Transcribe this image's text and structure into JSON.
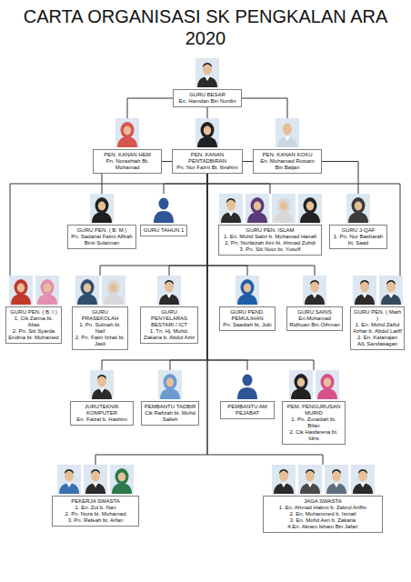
{
  "diagram": {
    "title": "CARTA ORGANISASI SK PENGKALAN ARA 2020",
    "nodes": [
      {
        "text": [
          "GURU BESAR",
          "En. Hamdan Bin Nordin"
        ]
      },
      {
        "text": [
          "PEN. KANAN HEM",
          "Pn. Norashiah Bt. Mohamad"
        ]
      },
      {
        "text": [
          "PEN. KANAN PENTADBIRAN",
          "Pn. Nor Fazni Bt. Ibrahim"
        ]
      },
      {
        "text": [
          "PEN. KANAN KOKU",
          "En. Mohamad Rostam Bin Baljan"
        ]
      },
      {
        "text": [
          "GURU PEN. ( B. M )",
          "Pn. Sadariai Fatini Alfirah Binti Sulaiman"
        ]
      },
      {
        "text": [
          "GURU TAHUN 1"
        ]
      },
      {
        "text": [
          "GURU PEN. ISLAM",
          "1. En. Mohd Sabri b. Mohamad Hanafi",
          "2. Pn. Norfaizah Aini bt. Ahmad Zuhdi",
          "3. Pn. Siti Noor bt. Yusoff"
        ]
      },
      {
        "text": [
          "GURU J-QAF",
          "1. Pn. Nur Basharah bt. Saad"
        ]
      },
      {
        "text": [
          "GURU PEN. ( B. I )",
          "1. Cik Zarina bt. Alias",
          "2. Pn. Siti Syarda Endina bt. Mohamed"
        ]
      },
      {
        "text": [
          "GURU PRASEKOLAH",
          "1. Pn. Sulinah bt. Naif",
          "2. Pn. Fatin Izzati bt. Jasli"
        ]
      },
      {
        "text": [
          "GURU PENYELARAS BESTARI / ICT",
          "1. Tn. Hj. Mohd. Zakaria b. Abdul Aziz"
        ]
      },
      {
        "text": [
          "GURU PEND. PEMULIHAN",
          "Pn. Saadiah bt. Juki"
        ]
      },
      {
        "text": [
          "GURU SAINS",
          "En.Mohamad Ridhuan Bin Othman"
        ]
      },
      {
        "text": [
          "GURU PEN. ( Math )",
          "1. En. Mohd Zaiful Azhar b. Abdul Latiff",
          "2. En. Kalairajan A/L Sandasagan"
        ]
      },
      {
        "text": [
          "JURUTEKNIK KOMPUTER",
          "En. Faizal b. Hashim"
        ]
      },
      {
        "text": [
          "PEMBANTU TADBIR",
          "Cik Rafizah bt. Mohd Salleh"
        ]
      },
      {
        "text": [
          "PEMBANTU AM PEJABAT"
        ]
      },
      {
        "text": [
          "PEM. PENGURUSAN MURID",
          "1. Pn. Zuraidah bt. Bilan",
          "2. Cik Hasfarena bt. Idris"
        ]
      },
      {
        "text": [
          "PEKERJA SWASTA",
          "1. En. Zul b. Nan",
          "2. Pn. Nora bt. Muhamad",
          "3. Pn. Rafeah bt. Arfan"
        ]
      },
      {
        "text": [
          "JAGA SWASTA",
          "1. En. Ahmad Hakmi b. Zakrul Ariffin",
          "2. En. Mohammed b. Ismail",
          "3. En. Mohd Asri b. Zakaria",
          "4.En. Akram Isham Bin Jafari"
        ]
      }
    ],
    "edges": [
      {
        "from": 0,
        "to": 1,
        "arrow": "none"
      },
      {
        "from": 0,
        "to": 2,
        "arrow": "none"
      },
      {
        "from": 0,
        "to": 3,
        "arrow": "none"
      },
      {
        "from": 2,
        "to": 4,
        "arrow": "none"
      },
      {
        "from": 2,
        "to": 5,
        "arrow": "none"
      },
      {
        "from": 2,
        "to": 6,
        "arrow": "none"
      },
      {
        "from": 2,
        "to": 7,
        "arrow": "none"
      },
      {
        "from": 2,
        "to": 8,
        "arrow": "none"
      },
      {
        "from": 2,
        "to": 13,
        "arrow": "none"
      },
      {
        "from": 2,
        "to": 9,
        "arrow": "none"
      },
      {
        "from": 2,
        "to": 10,
        "arrow": "none"
      },
      {
        "from": 2,
        "to": 11,
        "arrow": "none"
      },
      {
        "from": 2,
        "to": 12,
        "arrow": "none"
      },
      {
        "from": 2,
        "to": 14,
        "arrow": "none"
      },
      {
        "from": 2,
        "to": 15,
        "arrow": "none"
      },
      {
        "from": 2,
        "to": 16,
        "arrow": "none"
      },
      {
        "from": 2,
        "to": 17,
        "arrow": "none"
      },
      {
        "from": 2,
        "to": 18,
        "arrow": "none"
      },
      {
        "from": 2,
        "to": 19,
        "arrow": "none"
      }
    ]
  }
}
